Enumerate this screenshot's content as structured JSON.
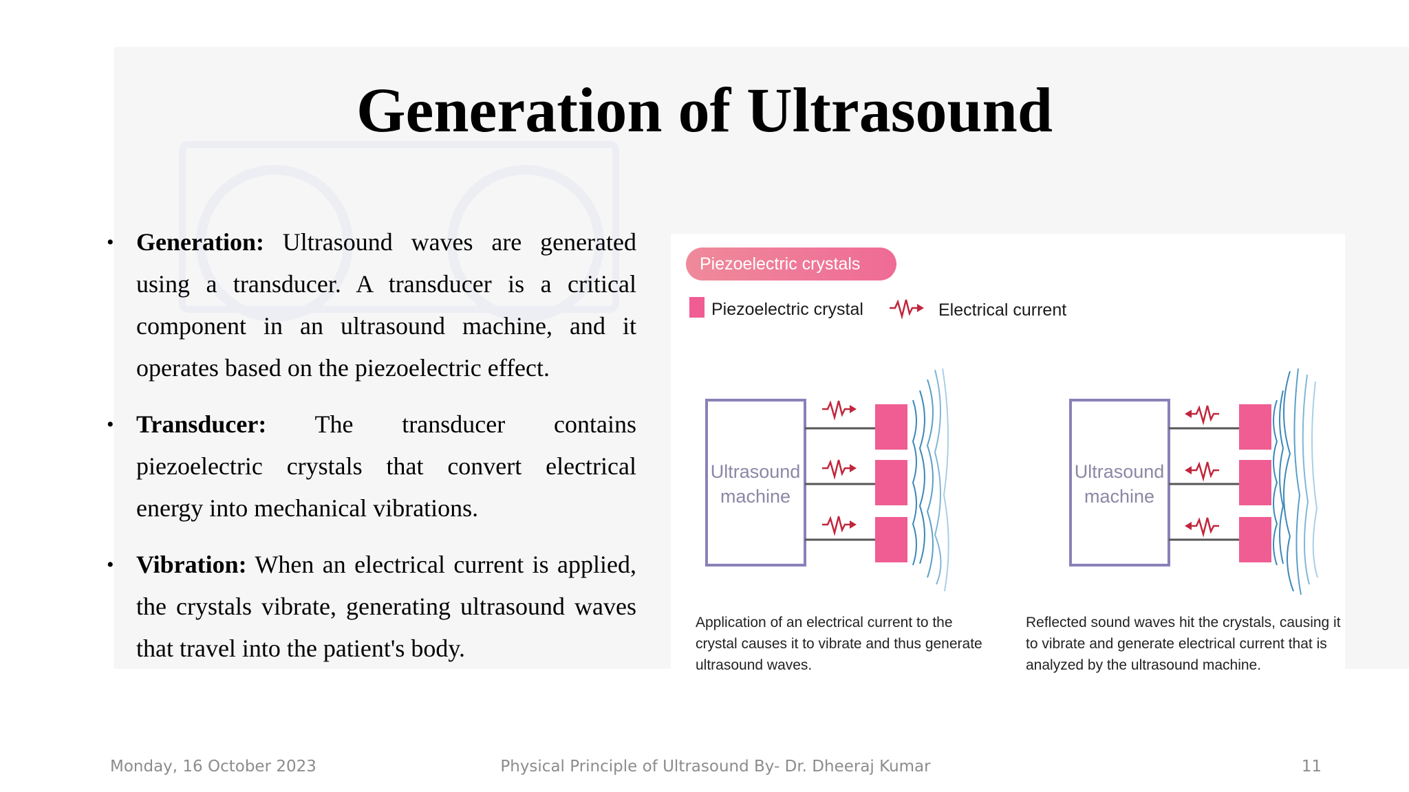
{
  "slide": {
    "title": "Generation of Ultrasound"
  },
  "bullets": [
    {
      "term": "Generation:",
      "text": " Ultrasound waves are generated using a transducer. A transducer is a critical component in an ultrasound machine, and it operates based on the piezoelectric effect."
    },
    {
      "term": "Transducer:",
      "text": " The transducer contains piezoelectric crystals that convert electrical energy into mechanical vibrations."
    },
    {
      "term": "Vibration:",
      "text": " When an electrical current is applied, the crystals vibrate, generating ultrasound waves that travel into the patient's body."
    }
  ],
  "figure": {
    "header": "Piezoelectric crystals",
    "legend_crystal": "Piezoelectric crystal",
    "legend_current": "Electrical current",
    "machine_line1": "Ultrasound",
    "machine_line2": "machine",
    "caption_left": [
      "Application of an electrical current to the",
      "crystal causes it to vibrate and thus generate",
      "ultrasound waves."
    ],
    "caption_right": [
      "Reflected sound waves hit the crystals, causing it",
      "to vibrate and generate electrical current that is",
      "analyzed by the ultrasound machine."
    ],
    "colors": {
      "pink": "#ef5d93",
      "header_gradient_start": "#ef8a9a",
      "header_gradient_end": "#ef6b96",
      "machine_border": "#8a80b8",
      "machine_text": "#8b87a6",
      "arrow": "#c0263c",
      "wave": "#3a87b8"
    },
    "icons": [
      "zigzag-current-arrow-icon"
    ]
  },
  "footer": {
    "date": "Monday, 16 October 2023",
    "center": "Physical Principle of Ultrasound By- Dr. Dheeraj Kumar",
    "page": "11"
  }
}
